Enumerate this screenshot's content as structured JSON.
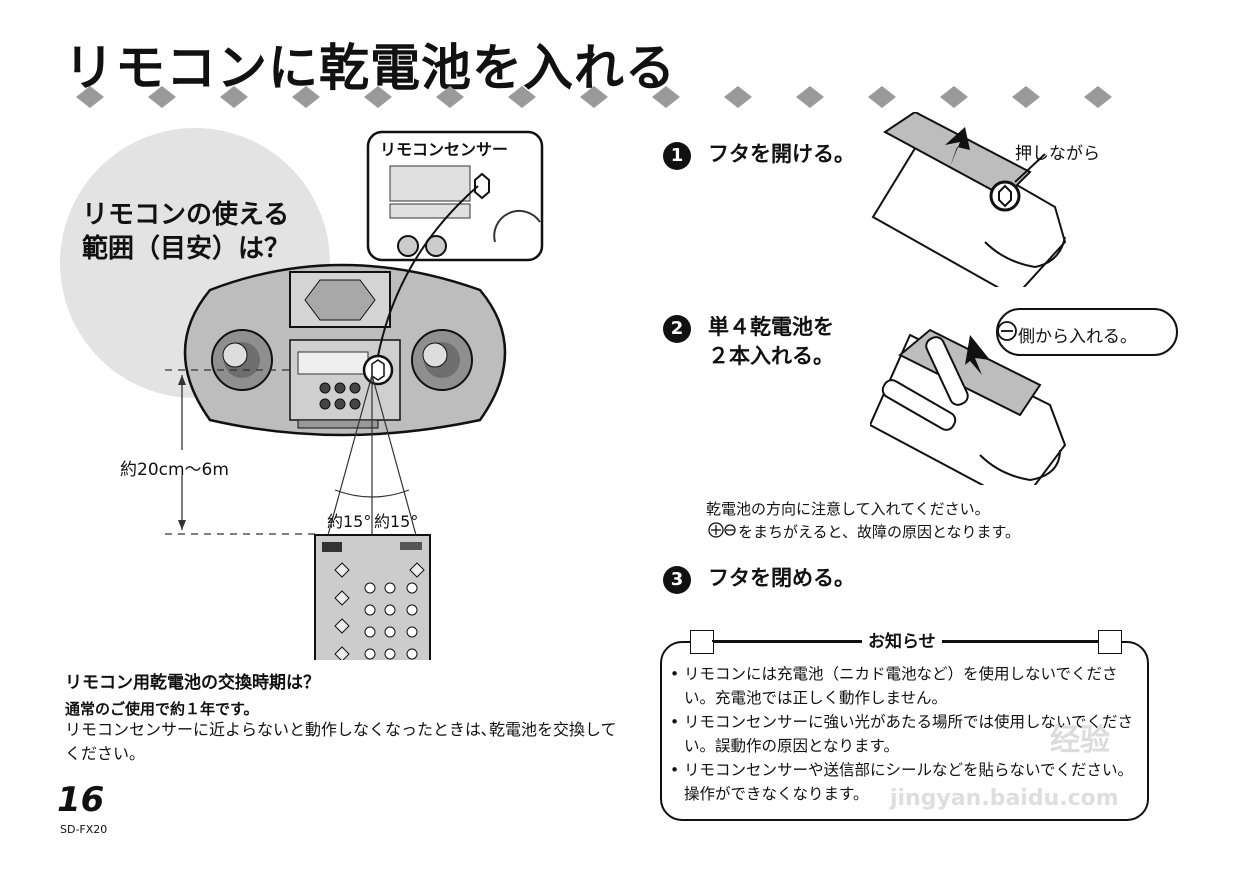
{
  "title": "リモコンに乾電池を入れる",
  "range": {
    "heading_line1": "リモコンの使える",
    "heading_line2": "範囲（目安）は？",
    "sensor_label": "リモコンセンサー",
    "distance": "約20cm〜6m",
    "angle_left": "約15°",
    "angle_right": "約15°"
  },
  "replacement": {
    "title": "リモコン用乾電池の交換時期は？",
    "subtitle": "通常のご使用で約１年です。",
    "body": "リモコンセンサーに近よらないと動作しなくなったときは､乾電池を交換してください。"
  },
  "steps": [
    {
      "number": "1",
      "text": "フタを開ける。"
    },
    {
      "number": "2",
      "text_line1": "単４乾電池を",
      "text_line2": "２本入れる。"
    },
    {
      "number": "3",
      "text": "フタを閉める。"
    }
  ],
  "callouts": {
    "press": "押しながら",
    "minus_side": "側から入れる。"
  },
  "polarity_note": {
    "line1": "乾電池の方向に注意して入れてください。",
    "line2": "をまちがえると、故障の原因となります。"
  },
  "notice": {
    "title": "お知らせ",
    "items": [
      "リモコンには充電池（ニカド電池など）を使用しないでください。充電池では正しく動作しません。",
      "リモコンセンサーに強い光があたる場所では使用しないでください。誤動作の原因となります。",
      "リモコンセンサーや送信部にシールなどを貼らないでください。操作ができなくなります。"
    ]
  },
  "footer": {
    "page_number": "16",
    "model": "SD-FX20"
  },
  "watermark": {
    "brand": "经验",
    "url": "jingyan.baidu.com"
  }
}
